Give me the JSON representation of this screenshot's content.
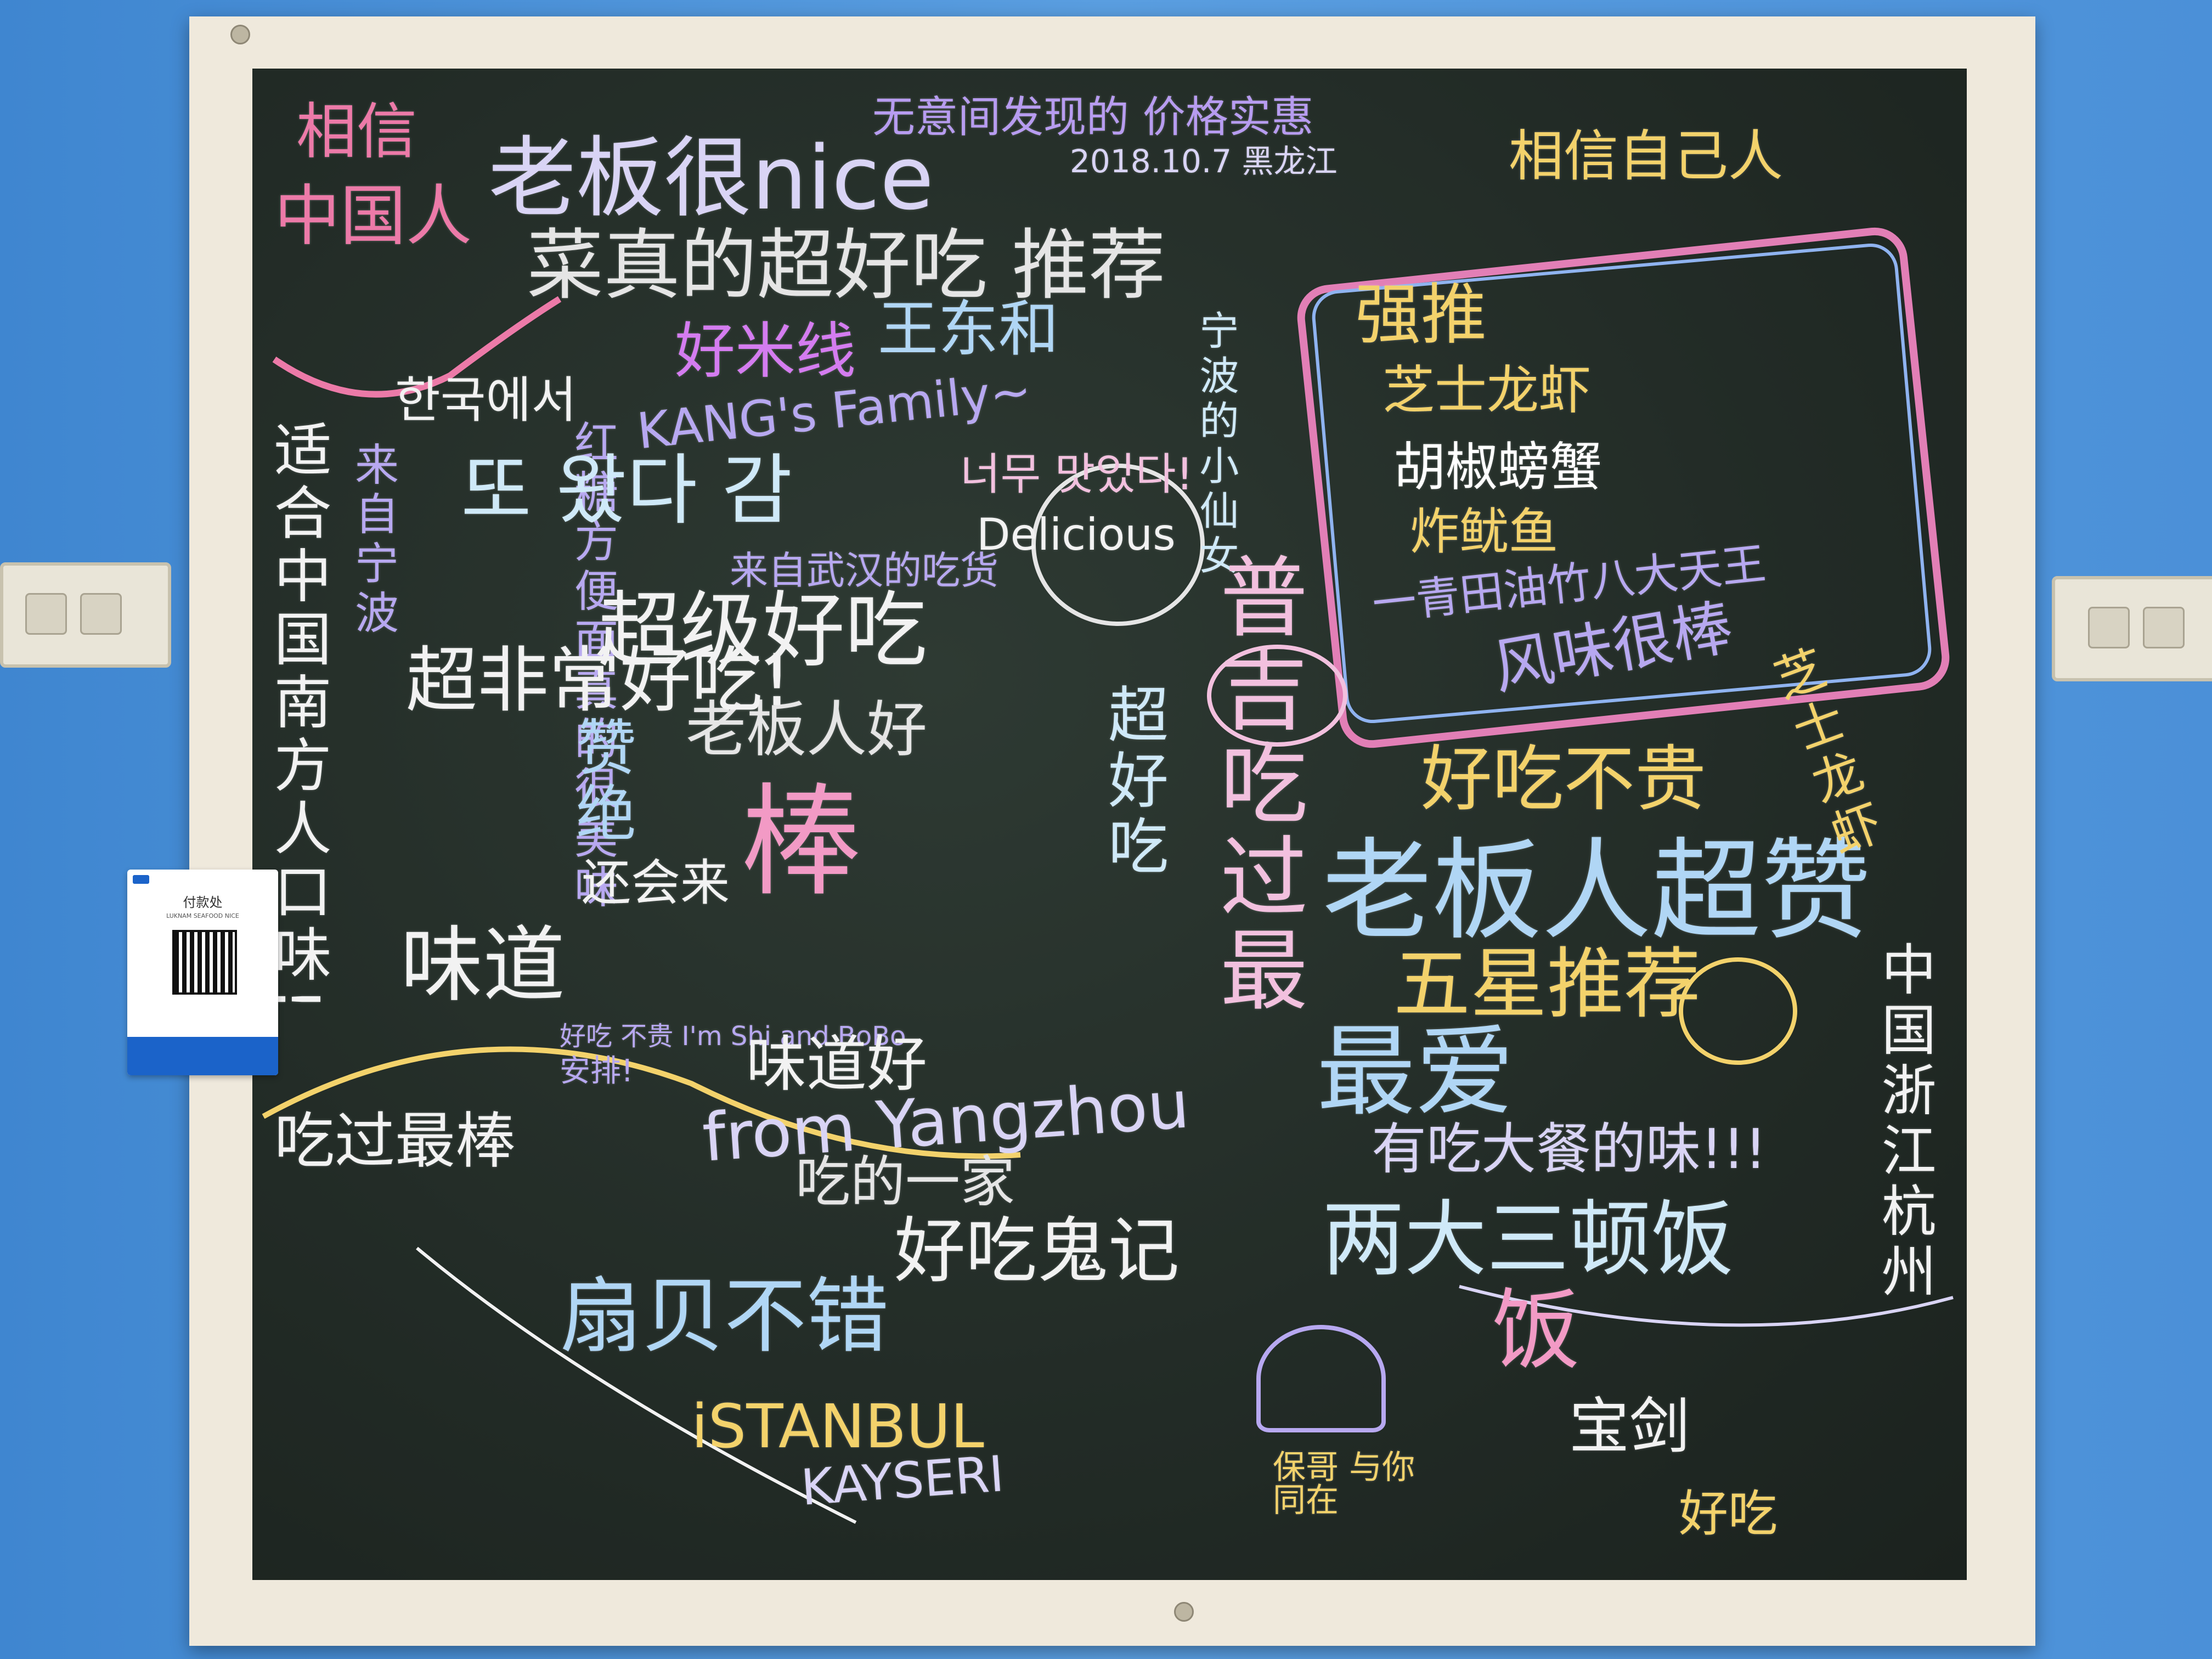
{
  "scene": {
    "wall_color": "#4a8fd6",
    "frame_color": "#efe9dc",
    "board_color": "#26302b"
  },
  "qr_card": {
    "title": "付款处",
    "subtitle": "LUKNAM SEAFOOD NICE"
  },
  "chalk_texts": [
    {
      "text": "相信",
      "color": "#ec7aa8"
    },
    {
      "text": "中国人",
      "color": "#ec7aa8"
    },
    {
      "text": "无意间发现的 价格实惠",
      "color": "#b79cf0"
    },
    {
      "text": "老板很nice",
      "color": "#d9d4f5"
    },
    {
      "text": "2018.10.7 黑龙江",
      "color": "#d9d4f5"
    },
    {
      "text": "菜真的超好吃 推荐",
      "color": "#e5e5e5"
    },
    {
      "text": "相信自己人",
      "color": "#f3d26b"
    },
    {
      "text": "好米线",
      "color": "#d47cf0"
    },
    {
      "text": "王东和",
      "color": "#b0d6f5"
    },
    {
      "text": "KANG's Family~",
      "color": "#b7a8f0"
    },
    {
      "text": "宁波的小仙女",
      "color": "#cfe9f8"
    },
    {
      "text": "强推",
      "color": "#f3d26b"
    },
    {
      "text": "芝士龙虾",
      "color": "#f3d26b"
    },
    {
      "text": "胡椒螃蟹",
      "color": "#ffffff"
    },
    {
      "text": "炸鱿鱼",
      "color": "#f3d26b"
    },
    {
      "text": "一青田油竹八大天王",
      "color": "#b7a8f0"
    },
    {
      "text": "한국에서",
      "color": "#f2f2f2"
    },
    {
      "text": "红糖方便面真的很美味",
      "color": "#b7a8f0"
    },
    {
      "text": "또 왔다 감",
      "color": "#cfe9f8"
    },
    {
      "text": "너무 맛있다!",
      "color": "#f2c0de"
    },
    {
      "text": "Delicious",
      "color": "#f2f2f2"
    },
    {
      "text": "来自武汉的吃货",
      "color": "#b7a8f0"
    },
    {
      "text": "超级好吃",
      "color": "#f2f2f2"
    },
    {
      "text": "老板人好",
      "color": "#e5e5e5"
    },
    {
      "text": "超好吃",
      "color": "#cfe9f8"
    },
    {
      "text": "棒",
      "color": "#f29ac5"
    },
    {
      "text": "赞绝",
      "color": "#b0d6f5"
    },
    {
      "text": "还会来",
      "color": "#f2f2f2"
    },
    {
      "text": "来自宁波",
      "color": "#b7a8f0"
    },
    {
      "text": "适合中国南方人口味!",
      "color": "#f2f2f2"
    },
    {
      "text": "超非常好吃!",
      "color": "#f2f2f2"
    },
    {
      "text": "味道",
      "color": "#f2f2f2"
    },
    {
      "text": "普吉吃过最",
      "color": "#f2c0de"
    },
    {
      "text": "好吃不贵",
      "color": "#f3d26b"
    },
    {
      "text": "老板人超赞",
      "color": "#b0d6f5"
    },
    {
      "text": "五星推荐",
      "color": "#f3d26b"
    },
    {
      "text": "风味很棒",
      "color": "#b7a8f0"
    },
    {
      "text": "芝士龙虾",
      "color": "#f3d26b"
    },
    {
      "text": "中国浙江杭州",
      "color": "#f2f2f2"
    },
    {
      "text": "最爱",
      "color": "#b0d6f5"
    },
    {
      "text": "有吃大餐的味!!!",
      "color": "#d9d4f5"
    },
    {
      "text": "两大三顿饭",
      "color": "#cfe9f8"
    },
    {
      "text": "好吃 不贵 I'm Shi and BoBo",
      "color": "#b7a8f0"
    },
    {
      "text": "安排!",
      "color": "#b7a8f0"
    },
    {
      "text": "味道好",
      "color": "#f2f2f2"
    },
    {
      "text": "from Yangzhou",
      "color": "#d9d4f5"
    },
    {
      "text": "吃的一家",
      "color": "#e5e5e5"
    },
    {
      "text": "好吃鬼记",
      "color": "#f2f2f2"
    },
    {
      "text": "吃过最棒",
      "color": "#f2f2f2"
    },
    {
      "text": "扇贝不错",
      "color": "#b0d6f5"
    },
    {
      "text": "iSTANBUL",
      "color": "#f3d26b"
    },
    {
      "text": "KAYSERI",
      "color": "#d9d4f5"
    },
    {
      "text": "保哥 与你同在",
      "color": "#f3d26b"
    },
    {
      "text": "宝剑",
      "color": "#f2f2f2"
    },
    {
      "text": "好吃",
      "color": "#f3d26b"
    },
    {
      "text": "饭",
      "color": "#f29ac5"
    }
  ]
}
